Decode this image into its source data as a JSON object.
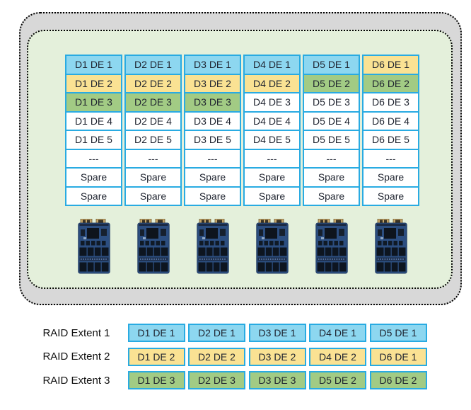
{
  "colors": {
    "blue": "#8DD7F0",
    "yellow": "#FAE293",
    "green": "#A2CB84",
    "white": "#FFFFFF",
    "cell_border": "#29ABE2",
    "outer_box_fill": "#D8D8D8",
    "inner_box_fill": "#E4F0DB",
    "dotted_border": "#000000"
  },
  "pool": {
    "drive_count": 6,
    "drive_icon": "ssd-drive-icon",
    "columns": [
      {
        "name": "D1",
        "cells": [
          {
            "label": "D1 DE 1",
            "color": "blue"
          },
          {
            "label": "D1 DE 2",
            "color": "yellow"
          },
          {
            "label": "D1 DE 3",
            "color": "green"
          },
          {
            "label": "D1 DE 4",
            "color": "white"
          },
          {
            "label": "D1 DE 5",
            "color": "white"
          },
          {
            "label": "---",
            "color": "white"
          },
          {
            "label": "Spare",
            "color": "white"
          },
          {
            "label": "Spare",
            "color": "white"
          }
        ]
      },
      {
        "name": "D2",
        "cells": [
          {
            "label": "D2 DE 1",
            "color": "blue"
          },
          {
            "label": "D2 DE 2",
            "color": "yellow"
          },
          {
            "label": "D2 DE 3",
            "color": "green"
          },
          {
            "label": "D2 DE 4",
            "color": "white"
          },
          {
            "label": "D2 DE 5",
            "color": "white"
          },
          {
            "label": "---",
            "color": "white"
          },
          {
            "label": "Spare",
            "color": "white"
          },
          {
            "label": "Spare",
            "color": "white"
          }
        ]
      },
      {
        "name": "D3",
        "cells": [
          {
            "label": "D3 DE 1",
            "color": "blue"
          },
          {
            "label": "D3 DE 2",
            "color": "yellow"
          },
          {
            "label": "D3 DE 3",
            "color": "green"
          },
          {
            "label": "D3 DE 4",
            "color": "white"
          },
          {
            "label": "D3 DE 5",
            "color": "white"
          },
          {
            "label": "---",
            "color": "white"
          },
          {
            "label": "Spare",
            "color": "white"
          },
          {
            "label": "Spare",
            "color": "white"
          }
        ]
      },
      {
        "name": "D4",
        "cells": [
          {
            "label": "D4 DE 1",
            "color": "blue"
          },
          {
            "label": "D4 DE 2",
            "color": "yellow"
          },
          {
            "label": "D4 DE 3",
            "color": "white"
          },
          {
            "label": "D4 DE 4",
            "color": "white"
          },
          {
            "label": "D4 DE 5",
            "color": "white"
          },
          {
            "label": "---",
            "color": "white"
          },
          {
            "label": "Spare",
            "color": "white"
          },
          {
            "label": "Spare",
            "color": "white"
          }
        ]
      },
      {
        "name": "D5",
        "cells": [
          {
            "label": "D5 DE 1",
            "color": "blue"
          },
          {
            "label": "D5 DE 2",
            "color": "green"
          },
          {
            "label": "D5 DE 3",
            "color": "white"
          },
          {
            "label": "D5 DE 4",
            "color": "white"
          },
          {
            "label": "D5 DE 5",
            "color": "white"
          },
          {
            "label": "---",
            "color": "white"
          },
          {
            "label": "Spare",
            "color": "white"
          },
          {
            "label": "Spare",
            "color": "white"
          }
        ]
      },
      {
        "name": "D6",
        "cells": [
          {
            "label": "D6 DE 1",
            "color": "yellow"
          },
          {
            "label": "D6 DE 2",
            "color": "green"
          },
          {
            "label": "D6 DE 3",
            "color": "white"
          },
          {
            "label": "D6 DE 4",
            "color": "white"
          },
          {
            "label": "D6 DE 5",
            "color": "white"
          },
          {
            "label": "---",
            "color": "white"
          },
          {
            "label": "Spare",
            "color": "white"
          },
          {
            "label": "Spare",
            "color": "white"
          }
        ]
      }
    ]
  },
  "raid_extents": [
    {
      "label": "RAID Extent 1",
      "color": "blue",
      "cells": [
        "D1 DE 1",
        "D2 DE 1",
        "D3 DE 1",
        "D4 DE 1",
        "D5 DE 1"
      ]
    },
    {
      "label": "RAID Extent 2",
      "color": "yellow",
      "cells": [
        "D1 DE 2",
        "D2 DE 2",
        "D3 DE 2",
        "D4 DE 2",
        "D6 DE 1"
      ]
    },
    {
      "label": "RAID Extent 3",
      "color": "green",
      "cells": [
        "D1 DE 3",
        "D2 DE 3",
        "D3 DE 3",
        "D5 DE 2",
        "D6 DE 2"
      ]
    }
  ]
}
